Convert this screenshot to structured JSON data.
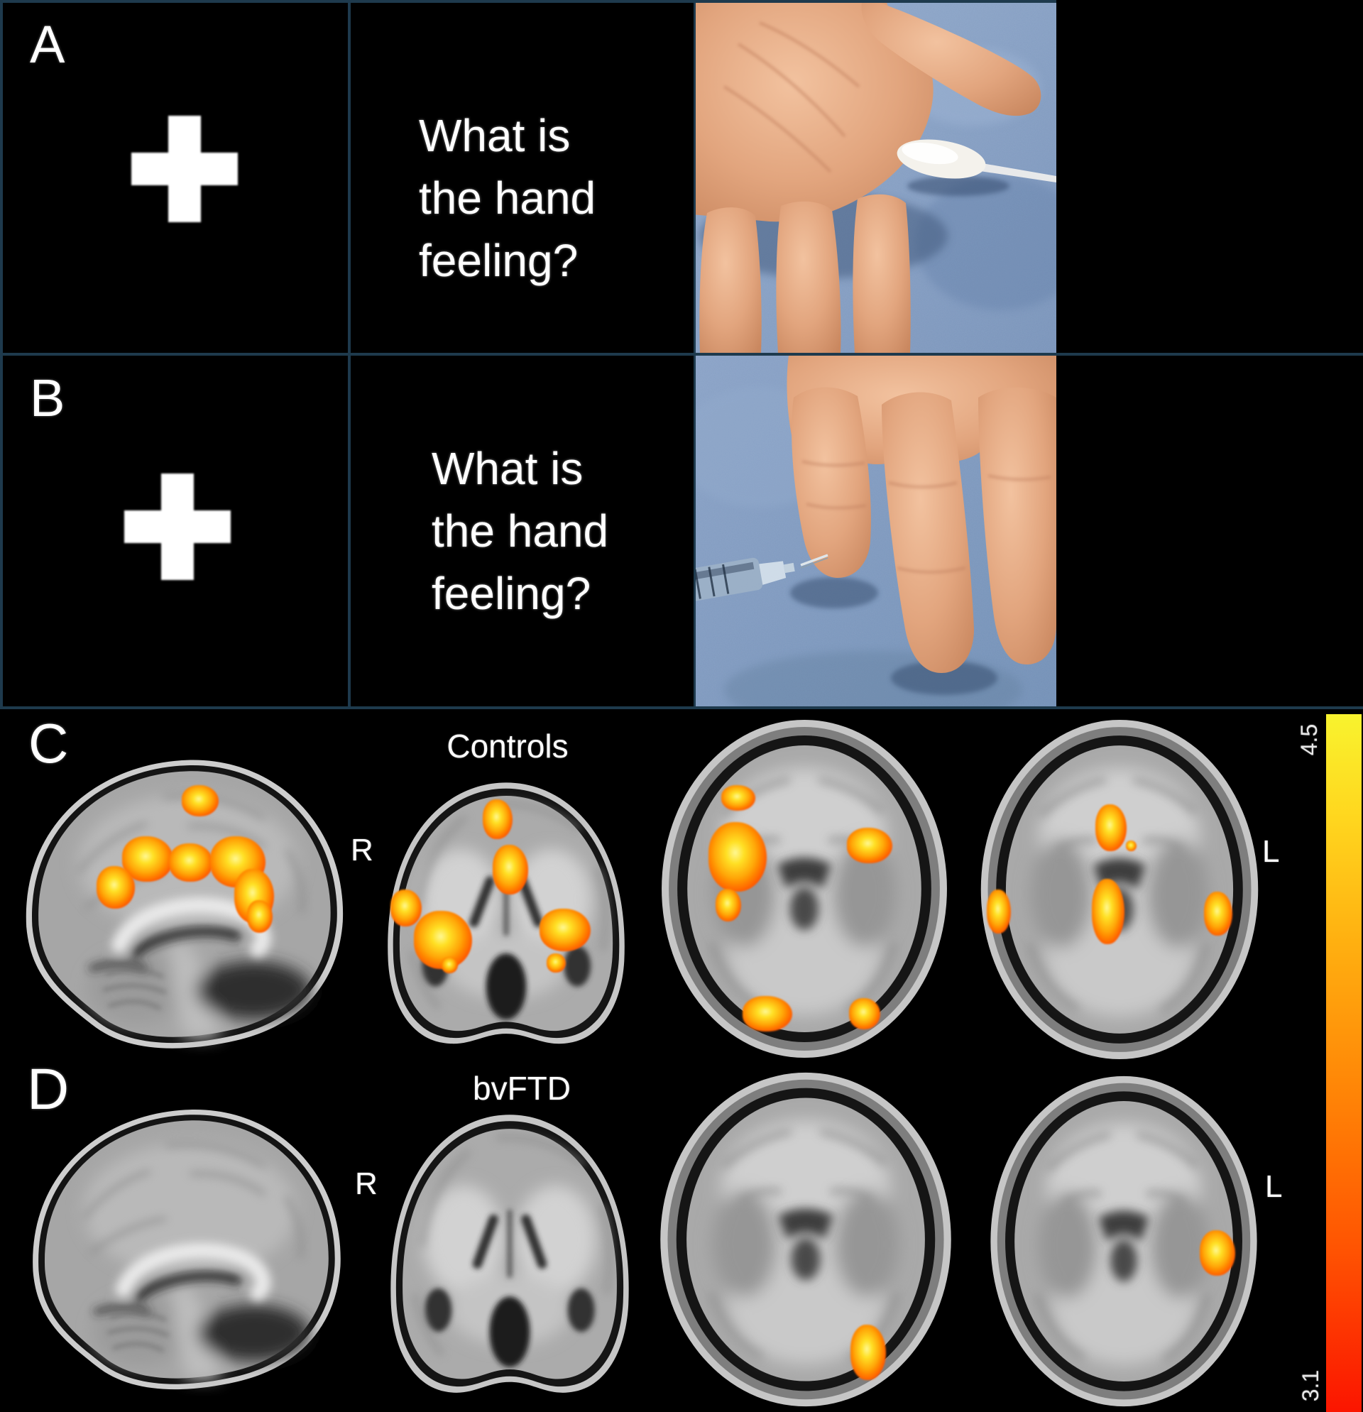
{
  "task": {
    "panel_a_label": "A",
    "panel_b_label": "B",
    "question": {
      "line1": "What is",
      "line2": "the hand",
      "line3": "feeling?"
    },
    "fixation_symbol": "+",
    "photo_a_name": "cotton-swab-touching-palm",
    "photo_b_name": "needle-prick-on-fingertip"
  },
  "fmri": {
    "panel_c_label": "C",
    "panel_d_label": "D",
    "controls_group_label": "Controls",
    "bvftd_group_label": "bvFTD",
    "right_label": "R",
    "left_label": "L",
    "colorbar": {
      "max_value": "4.5",
      "min_value": "3.1"
    }
  },
  "colors": {
    "grid_border": "#1e3a4d",
    "background": "#000000",
    "cloth_blue": "#849dc2",
    "activation_peak": "#fff200",
    "activation_low": "#fb1500"
  }
}
